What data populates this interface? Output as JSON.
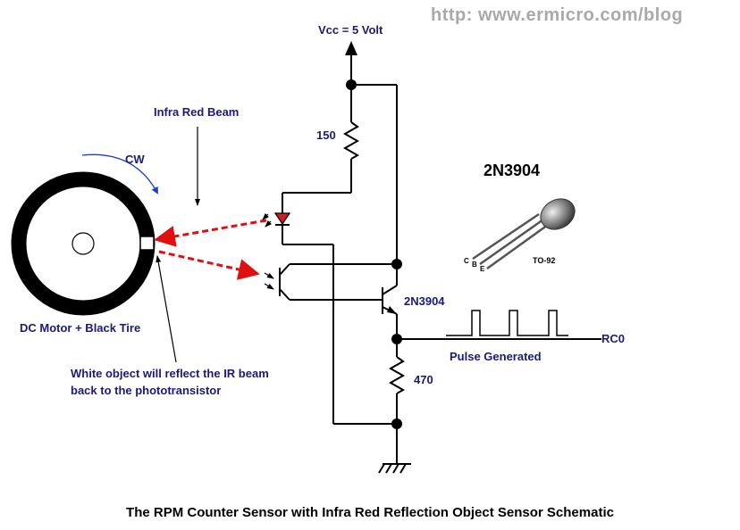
{
  "watermark": "http: www.ermicro.com/blog",
  "caption": "The RPM Counter Sensor with Infra Red Reflection Object Sensor Schematic",
  "labels": {
    "vcc": "Vcc = 5 Volt",
    "r1": "150",
    "r2": "470",
    "transistor": "2N3904",
    "part_title": "2N3904",
    "package": "TO-92",
    "pin_c": "C",
    "pin_b": "B",
    "pin_e": "E",
    "ir_beam": "Infra Red Beam",
    "direction": "CW",
    "motor": "DC Motor + Black Tire",
    "note_line1": "White object will reflect the IR beam",
    "note_line2": "back to the phototransistor",
    "pulse": "Pulse Generated",
    "output": "RC0"
  },
  "colors": {
    "wire": "#000000",
    "beam": "#e01010",
    "led": "#d02020",
    "text": "#1a1a7a",
    "arrow_cw": "#1a3fd0",
    "watermark": "#a9a9a9"
  }
}
